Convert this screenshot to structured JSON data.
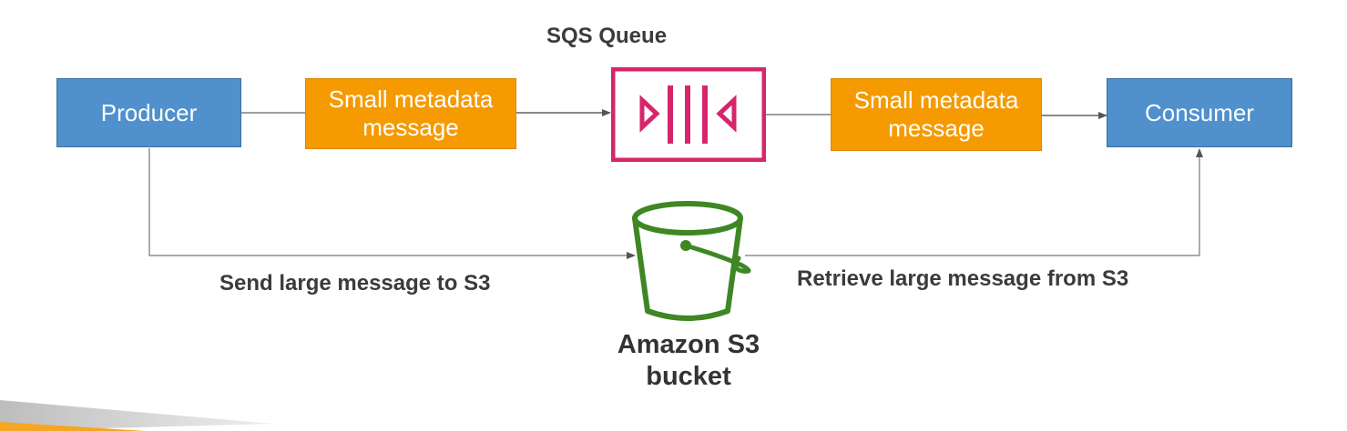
{
  "queue": {
    "title": "SQS Queue"
  },
  "producer": {
    "label": "Producer"
  },
  "consumer": {
    "label": "Consumer"
  },
  "left_message": {
    "line1": "Small metadata",
    "line2": "message"
  },
  "right_message": {
    "line1": "Small metadata",
    "line2": "message"
  },
  "s3": {
    "line1": "Amazon S3",
    "line2": "bucket"
  },
  "edges": {
    "send_label": "Send large message to S3",
    "retrieve_label": "Retrieve large message from S3"
  },
  "colors": {
    "box_blue": "#4f90cd",
    "box_orange": "#f59a00",
    "sqs_pink": "#d6266b",
    "s3_green": "#3f8624",
    "line": "#555555"
  },
  "icons": {
    "queue": "sqs-queue-icon",
    "bucket": "s3-bucket-icon"
  }
}
